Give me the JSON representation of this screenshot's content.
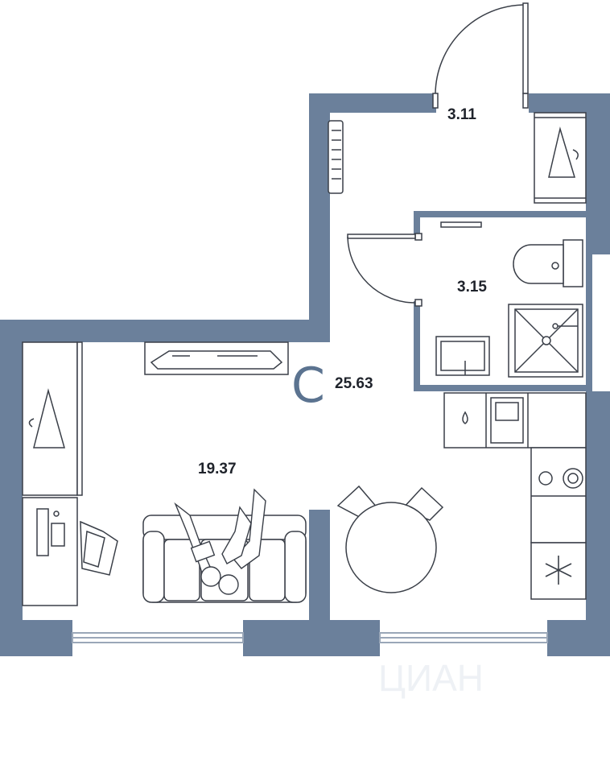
{
  "plan": {
    "wall_color": "#6b809b",
    "line_color": "#3a3f48",
    "studio_marker": "C",
    "total_area": "25.63",
    "rooms": {
      "living": {
        "area": "19.37"
      },
      "hall": {
        "area": "3.11"
      },
      "bathroom": {
        "area": "3.15"
      }
    },
    "watermark": "ЦИАН"
  }
}
